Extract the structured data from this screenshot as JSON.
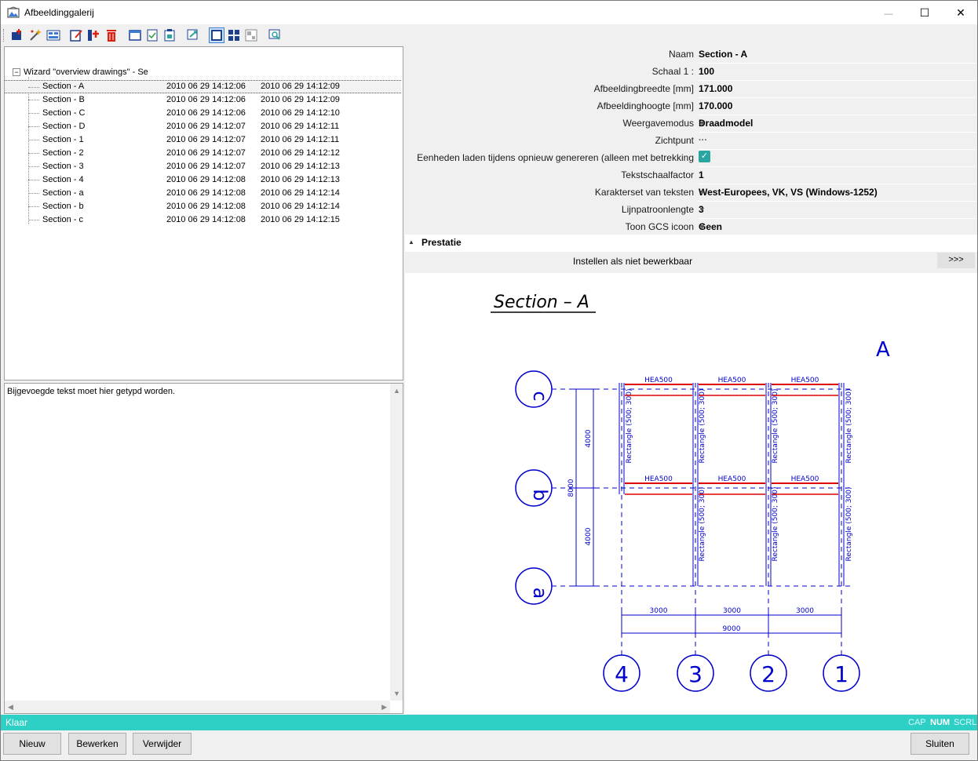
{
  "window": {
    "title": "Afbeeldinggalerij",
    "minimize": "—",
    "maximize": "☐",
    "close": "✕"
  },
  "toolbar": {
    "icons": [
      "new-picture-icon",
      "wizard-icon",
      "gallery-icon",
      "edit-icon",
      "insert-icon",
      "delete-icon",
      "window-icon",
      "checklist-icon",
      "paste-icon",
      "export-icon",
      "view-single-icon",
      "view-grid-icon",
      "view-split-icon",
      "zoom-icon"
    ]
  },
  "tree": {
    "root_label": "Wizard \"overview drawings\" - Se",
    "items": [
      {
        "name": "Section - A",
        "created": "2010 06 29 14:12:06",
        "modified": "2010 06 29 14:12:09",
        "selected": true
      },
      {
        "name": "Section - B",
        "created": "2010 06 29 14:12:06",
        "modified": "2010 06 29 14:12:09"
      },
      {
        "name": "Section - C",
        "created": "2010 06 29 14:12:06",
        "modified": "2010 06 29 14:12:10"
      },
      {
        "name": "Section - D",
        "created": "2010 06 29 14:12:07",
        "modified": "2010 06 29 14:12:11"
      },
      {
        "name": "Section - 1",
        "created": "2010 06 29 14:12:07",
        "modified": "2010 06 29 14:12:11"
      },
      {
        "name": "Section - 2",
        "created": "2010 06 29 14:12:07",
        "modified": "2010 06 29 14:12:12"
      },
      {
        "name": "Section - 3",
        "created": "2010 06 29 14:12:07",
        "modified": "2010 06 29 14:12:13"
      },
      {
        "name": "Section - 4",
        "created": "2010 06 29 14:12:08",
        "modified": "2010 06 29 14:12:13"
      },
      {
        "name": "Section - a",
        "created": "2010 06 29 14:12:08",
        "modified": "2010 06 29 14:12:14"
      },
      {
        "name": "Section - b",
        "created": "2010 06 29 14:12:08",
        "modified": "2010 06 29 14:12:14"
      },
      {
        "name": "Section - c",
        "created": "2010 06 29 14:12:08",
        "modified": "2010 06 29 14:12:15"
      }
    ]
  },
  "notes": {
    "text": "Bijgevoegde tekst moet hier getypd worden."
  },
  "properties": {
    "rows": [
      {
        "label": "Naam",
        "value": "Section - A",
        "control": "text"
      },
      {
        "label": "Schaal 1 :",
        "value": "100",
        "control": "text"
      },
      {
        "label": "Afbeeldingbreedte [mm]",
        "value": "171.000",
        "control": "text"
      },
      {
        "label": "Afbeeldinghoogte [mm]",
        "value": "170.000",
        "control": "text"
      },
      {
        "label": "Weergavemodus",
        "value": "Draadmodel",
        "control": "dropdown"
      },
      {
        "label": "Zichtpunt",
        "value": "",
        "control": "ellipsis"
      },
      {
        "label": "Eenheden laden tijdens opnieuw genereren (alleen met betrekking",
        "value": "✓",
        "control": "checkbox"
      },
      {
        "label": "Tekstschaalfactor",
        "value": "1",
        "control": "text"
      },
      {
        "label": "Karakterset van teksten",
        "value": "West-Europees, VK, VS (Windows-1252)",
        "control": "dropdown"
      },
      {
        "label": "Lijnpatroonlengte",
        "value": "3",
        "control": "dropdown"
      },
      {
        "label": "Toon GCS icoon",
        "value": "Geen",
        "control": "dropdown"
      }
    ],
    "section_label": "Prestatie",
    "action_label": "Instellen als niet bewerkbaar",
    "action_button": ">>>",
    "ellipsis": "···",
    "dropdown_arrow": "▼"
  },
  "drawing": {
    "title": "Section – A",
    "corner_label": "A",
    "row_axes": [
      "c",
      "b",
      "a"
    ],
    "column_axes": [
      "4",
      "3",
      "2",
      "1"
    ],
    "beam_labels": [
      "HEA500",
      "HEA500",
      "HEA500",
      "HEA500",
      "HEA500",
      "HEA500"
    ],
    "column_labels": [
      "Rectangle (500; 300)",
      "Rectangle (500; 300)",
      "Rectangle (500; 300)",
      "Rectangle (500; 300)",
      "Rectangle (500; 300)",
      "Rectangle (500; 300)",
      "Rectangle (500; 300)"
    ],
    "dims_vertical": [
      "4000",
      "4000",
      "8000"
    ],
    "dims_horizontal": [
      "3000",
      "3000",
      "3000",
      "9000"
    ],
    "colors": {
      "line": "#0000cc",
      "beam": "#dd0000"
    }
  },
  "status": {
    "text": "Klaar",
    "cap": "CAP",
    "num": "NUM",
    "scrl": "SCRL"
  },
  "buttons": {
    "new": "Nieuw",
    "edit": "Bewerken",
    "delete": "Verwijder",
    "close": "Sluiten"
  }
}
